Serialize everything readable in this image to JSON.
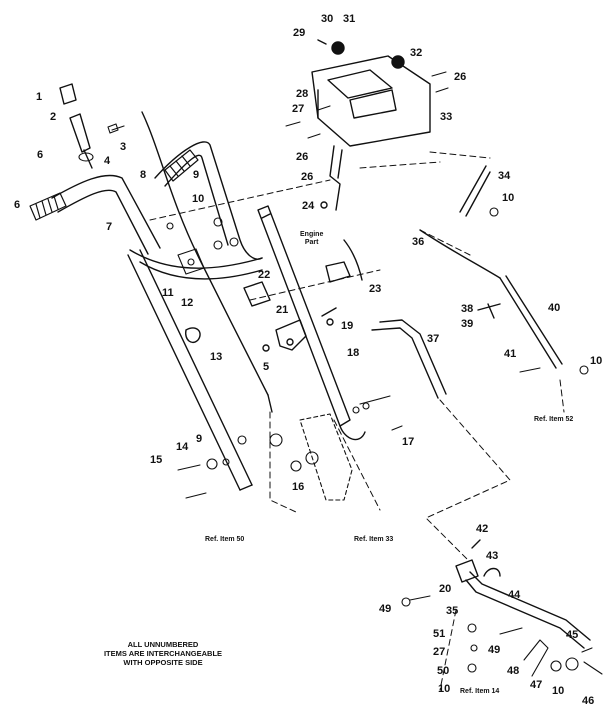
{
  "callouts": {
    "c1": "1",
    "c2": "2",
    "c3": "3",
    "c4": "4",
    "c5": "5",
    "c6a": "6",
    "c6b": "6",
    "c7": "7",
    "c8": "8",
    "c9a": "9",
    "c9b": "9",
    "c10a": "10",
    "c10b": "10",
    "c10c": "10",
    "c10d": "10",
    "c10e": "10",
    "c11": "11",
    "c12": "12",
    "c13": "13",
    "c14": "14",
    "c15": "15",
    "c16": "16",
    "c17": "17",
    "c18": "18",
    "c19": "19",
    "c20": "20",
    "c21": "21",
    "c22": "22",
    "c23": "23",
    "c24": "24",
    "c26a": "26",
    "c26b": "26",
    "c26c": "26",
    "c27a": "27",
    "c27b": "27",
    "c28": "28",
    "c29": "29",
    "c30": "30",
    "c31": "31",
    "c32": "32",
    "c33": "33",
    "c34": "34",
    "c35": "35",
    "c36": "36",
    "c37": "37",
    "c38": "38",
    "c39": "39",
    "c40": "40",
    "c41": "41",
    "c42": "42",
    "c43": "43",
    "c44": "44",
    "c45": "45",
    "c46": "46",
    "c47": "47",
    "c48": "48",
    "c49a": "49",
    "c49b": "49",
    "c50": "50",
    "c51": "51"
  },
  "engine_part_label": [
    "Engine",
    "Part"
  ],
  "references": {
    "ref52": "Ref. Item 52",
    "ref50": "Ref. Item 50",
    "ref33": "Ref. Item 33",
    "ref14": "Ref. Item 14"
  },
  "note": [
    "ALL UNNUMBERED",
    "ITEMS ARE INTERCHANGEABLE",
    "WITH OPPOSITE SIDE"
  ],
  "colors": {
    "ink": "#111111",
    "paper": "#ffffff"
  }
}
